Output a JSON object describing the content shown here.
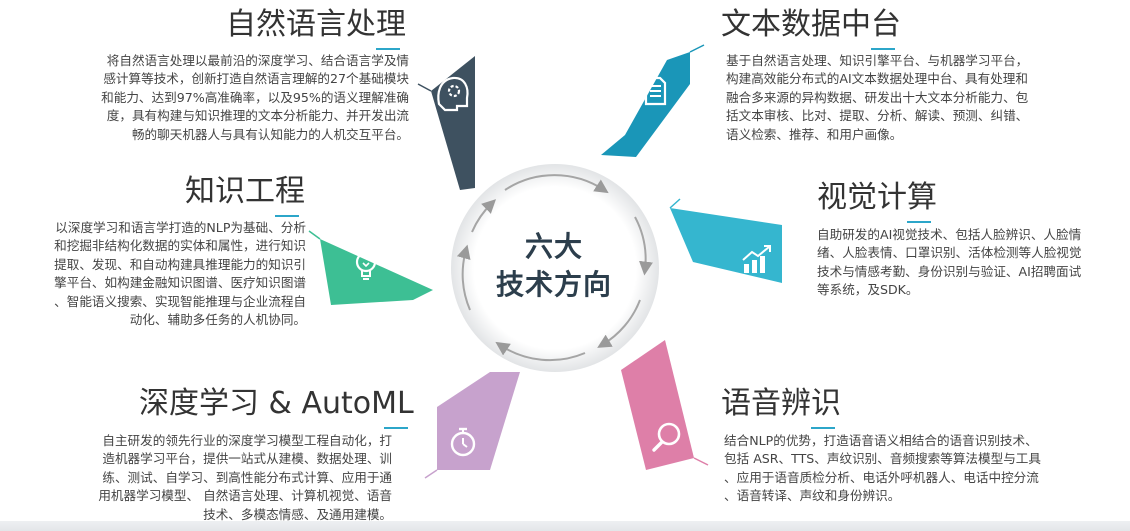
{
  "center": {
    "line1": "六大",
    "line2": "技术方向"
  },
  "colors": {
    "nlp": "#3e5160",
    "text_platform": "#1a96b8",
    "vision": "#35b6cf",
    "speech": "#de7fa8",
    "automl": "#c7a2cd",
    "knowledge": "#3dbf94",
    "accent": "#2ca6c9"
  },
  "sections": {
    "nlp": {
      "title": "自然语言处理",
      "desc": "将自然语言处理以最前沿的深度学习、结合语言学及情\n感计算等技术，创新打造自然语言理解的27个基础模块\n和能力、达到97%高准确率，以及95%的语义理解准确\n度，具有构建与知识推理的文本分析能力、并开发出流\n畅的聊天机器人与具有认知能力的人机交互平台。",
      "icon": "brain-gear-icon"
    },
    "text_platform": {
      "title": "文本数据中台",
      "desc": "基于自然语言处理、知识引擎平台、与机器学习平台，\n构建高效能分布式的AI文本数据处理中台、具有处理和\n融合多来源的异构数据、研发出十大文本分析能力、包\n括文本审核、比对、提取、分析、解读、预测、纠错、\n语义检索、推荐、和用户画像。",
      "icon": "document-icon"
    },
    "vision": {
      "title": "视觉计算",
      "desc": "自助研发的AI视觉技术、包括人脸辨识、人脸情\n绪、人脸表情、口罩识别、活体检测等人脸视觉\n技术与情感考勤、身份识别与验证、AI招聘面试\n等系统，及SDK。",
      "icon": "chart-up-icon"
    },
    "speech": {
      "title": "语音辨识",
      "desc": "结合NLP的优势，打造语音语义相结合的语音识别技术、\n包括 ASR、TTS、声纹识别、音频搜索等算法模型与工具\n、应用于语音质检分析、电话外呼机器人、电话中控分流\n、语音转译、声纹和身份辨识。",
      "icon": "magnifier-icon"
    },
    "automl": {
      "title": "深度学习 & AutoML",
      "desc": "自主研发的领先行业的深度学习模型工程自动化，打\n造机器学习平台，提供一站式从建模、数据处理、训\n练、测试、自学习、到高性能分布式计算、应用于通\n用机器学习模型、 自然语言处理、计算机视觉、语音\n技术、多模态情感、及通用建模。",
      "icon": "stopwatch-icon"
    },
    "knowledge": {
      "title": "知识工程",
      "desc": "以深度学习和语言学打造的NLP为基础、分析\n和挖掘非结构化数据的实体和属性，进行知识\n提取、发现、和自动构建具推理能力的知识引\n擎平台、如构建金融知识图谱、医疗知识图谱\n、智能语义搜索、实现智能推理与企业流程自\n动化、辅助多任务的人机协同。",
      "icon": "lightbulb-icon"
    }
  }
}
